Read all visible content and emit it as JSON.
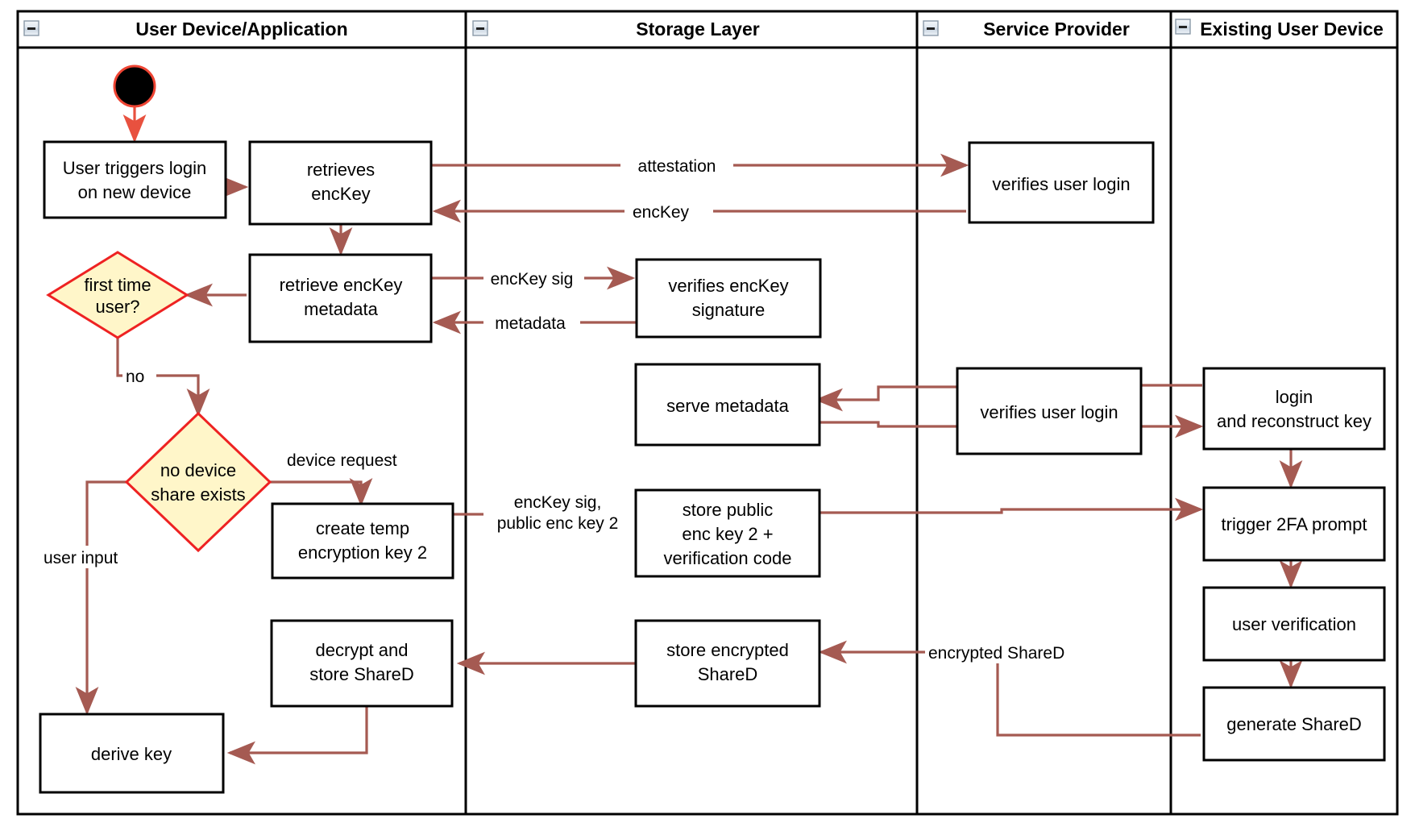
{
  "diagram": {
    "type": "uml-activity-swimlane",
    "colors": {
      "flow_arrow": "#a55a52",
      "decision_fill": "#fff6c9",
      "decision_stroke": "#ee2222",
      "node_stroke": "#000000",
      "node_fill": "#ffffff",
      "start_node_fill": "#000000",
      "start_node_stroke": "#ee4433",
      "lane_border": "#000000"
    },
    "lanes": [
      {
        "id": "lane-user-device",
        "title": "User Device/Application",
        "collapse_icon": "minus-box-icon"
      },
      {
        "id": "lane-storage",
        "title": "Storage Layer",
        "collapse_icon": "minus-box-icon"
      },
      {
        "id": "lane-service-provider",
        "title": "Service Provider",
        "collapse_icon": "minus-box-icon"
      },
      {
        "id": "lane-existing-device",
        "title": "Existing User Device",
        "collapse_icon": "minus-box-icon"
      }
    ],
    "nodes": [
      {
        "id": "start",
        "lane": "lane-user-device",
        "shape": "initial-node",
        "label": ""
      },
      {
        "id": "n-user-triggers-login",
        "lane": "lane-user-device",
        "shape": "action",
        "lines": [
          "User triggers login",
          "on new device"
        ]
      },
      {
        "id": "n-retrieves-enckey",
        "lane": "lane-user-device",
        "shape": "action",
        "lines": [
          "retrieves",
          "encKey"
        ]
      },
      {
        "id": "n-retrieve-enckey-metadata",
        "lane": "lane-user-device",
        "shape": "action",
        "lines": [
          "retrieve encKey",
          "metadata"
        ]
      },
      {
        "id": "d-first-time-user",
        "lane": "lane-user-device",
        "shape": "decision",
        "lines": [
          "first time",
          "user?"
        ]
      },
      {
        "id": "d-no-device-share",
        "lane": "lane-user-device",
        "shape": "decision",
        "lines": [
          "no device",
          "share exists"
        ]
      },
      {
        "id": "n-create-temp-key",
        "lane": "lane-user-device",
        "shape": "action",
        "lines": [
          "create temp",
          "encryption key 2"
        ]
      },
      {
        "id": "n-decrypt-store-shared",
        "lane": "lane-user-device",
        "shape": "action",
        "lines": [
          "decrypt and",
          "store ShareD"
        ]
      },
      {
        "id": "n-derive-key",
        "lane": "lane-user-device",
        "shape": "action",
        "lines": [
          "derive key"
        ]
      },
      {
        "id": "n-verifies-enckey-sig",
        "lane": "lane-storage",
        "shape": "action",
        "lines": [
          "verifies encKey",
          "signature"
        ]
      },
      {
        "id": "n-serve-metadata",
        "lane": "lane-storage",
        "shape": "action",
        "lines": [
          "serve metadata"
        ]
      },
      {
        "id": "n-store-public-key",
        "lane": "lane-storage",
        "shape": "action",
        "lines": [
          "store public",
          "enc key 2 +",
          "verification code"
        ]
      },
      {
        "id": "n-store-encrypted-shared",
        "lane": "lane-storage",
        "shape": "action",
        "lines": [
          "store encrypted",
          "ShareD"
        ]
      },
      {
        "id": "n-verifies-user-login-1",
        "lane": "lane-service-provider",
        "shape": "action",
        "lines": [
          "verifies user login"
        ]
      },
      {
        "id": "n-verifies-user-login-2",
        "lane": "lane-service-provider",
        "shape": "action",
        "lines": [
          "verifies user login"
        ]
      },
      {
        "id": "n-login-reconstruct",
        "lane": "lane-existing-device",
        "shape": "action",
        "lines": [
          "login",
          "and reconstruct key"
        ]
      },
      {
        "id": "n-trigger-2fa",
        "lane": "lane-existing-device",
        "shape": "action",
        "lines": [
          "trigger 2FA prompt"
        ]
      },
      {
        "id": "n-user-verification",
        "lane": "lane-existing-device",
        "shape": "action",
        "lines": [
          "user verification"
        ]
      },
      {
        "id": "n-generate-shared",
        "lane": "lane-existing-device",
        "shape": "action",
        "lines": [
          "generate ShareD"
        ]
      }
    ],
    "edges": [
      {
        "id": "e-start",
        "from": "start",
        "to": "n-user-triggers-login",
        "label": ""
      },
      {
        "id": "e-login-to-retrieves",
        "from": "n-user-triggers-login",
        "to": "n-retrieves-enckey",
        "label": ""
      },
      {
        "id": "e-attestation",
        "from": "n-retrieves-enckey",
        "to": "n-verifies-user-login-1",
        "label": "attestation"
      },
      {
        "id": "e-enckey",
        "from": "n-verifies-user-login-1",
        "to": "n-retrieves-enckey",
        "label": "encKey"
      },
      {
        "id": "e-retrieves-to-metadata",
        "from": "n-retrieves-enckey",
        "to": "n-retrieve-enckey-metadata",
        "label": ""
      },
      {
        "id": "e-enckey-sig",
        "from": "n-retrieve-enckey-metadata",
        "to": "n-verifies-enckey-sig",
        "label": "encKey sig"
      },
      {
        "id": "e-metadata",
        "from": "n-verifies-enckey-sig",
        "to": "n-retrieve-enckey-metadata",
        "label": "metadata"
      },
      {
        "id": "e-metadata-to-firsttime",
        "from": "n-retrieve-enckey-metadata",
        "to": "d-first-time-user",
        "label": ""
      },
      {
        "id": "e-no",
        "from": "d-first-time-user",
        "to": "d-no-device-share",
        "label": "no"
      },
      {
        "id": "e-device-request",
        "from": "d-no-device-share",
        "to": "n-create-temp-key",
        "label": "device request"
      },
      {
        "id": "e-user-input",
        "from": "d-no-device-share",
        "to": "n-derive-key",
        "label": "user input"
      },
      {
        "id": "e-enckey-sig-public",
        "from": "n-create-temp-key",
        "to": "n-store-public-key",
        "label": "encKey sig,\npublic enc key 2",
        "label_lines": [
          "encKey sig,",
          "public enc key 2"
        ]
      },
      {
        "id": "e-store-to-2fa",
        "from": "n-store-public-key",
        "to": "n-trigger-2fa",
        "label": ""
      },
      {
        "id": "e-existing-to-sp",
        "from": "n-login-reconstruct",
        "to": "n-verifies-user-login-2",
        "label": ""
      },
      {
        "id": "e-sp-to-existing",
        "from": "n-verifies-user-login-2",
        "to": "n-login-reconstruct",
        "label": ""
      },
      {
        "id": "e-sp-to-serve",
        "from": "n-verifies-user-login-2",
        "to": "n-serve-metadata",
        "label": ""
      },
      {
        "id": "e-serve-to-sp",
        "from": "n-serve-metadata",
        "to": "n-verifies-user-login-2",
        "label": ""
      },
      {
        "id": "e-login-to-2fa",
        "from": "n-login-reconstruct",
        "to": "n-trigger-2fa",
        "label": ""
      },
      {
        "id": "e-2fa-to-verification",
        "from": "n-trigger-2fa",
        "to": "n-user-verification",
        "label": ""
      },
      {
        "id": "e-verification-to-generate",
        "from": "n-user-verification",
        "to": "n-generate-shared",
        "label": ""
      },
      {
        "id": "e-encrypted-shared",
        "from": "n-generate-shared",
        "to": "n-store-encrypted-shared",
        "label": "encrypted ShareD"
      },
      {
        "id": "e-store-to-decrypt",
        "from": "n-store-encrypted-shared",
        "to": "n-decrypt-store-shared",
        "label": ""
      },
      {
        "id": "e-decrypt-to-derive",
        "from": "n-decrypt-store-shared",
        "to": "n-derive-key",
        "label": ""
      }
    ]
  }
}
